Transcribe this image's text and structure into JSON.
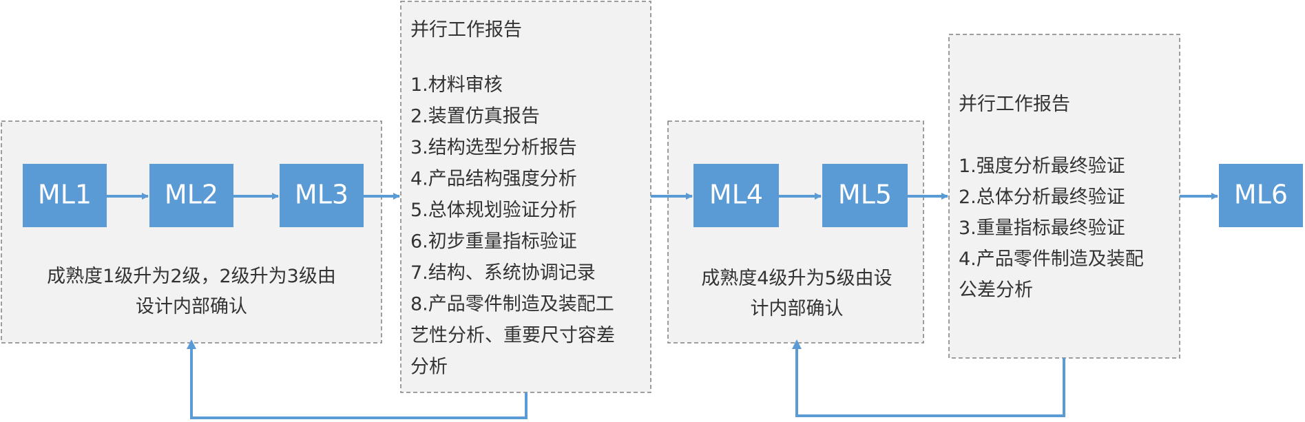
{
  "colors": {
    "node_fill": "#5b9bd5",
    "arrow": "#5b9bd5",
    "panel_fill": "#f2f2f2",
    "panel_border": "#7f7f7f",
    "text": "#333333",
    "node_text": "#ffffff"
  },
  "nodes": {
    "ml1": "ML1",
    "ml2": "ML2",
    "ml3": "ML3",
    "ml4": "ML4",
    "ml5": "ML5",
    "ml6": "ML6"
  },
  "group1": {
    "caption_line1": "成熟度1级升为2级，2级升为3级由",
    "caption_line2": "设计内部确认"
  },
  "report1": {
    "title": "并行工作报告",
    "items": [
      "1.材料审核",
      "2.装置仿真报告",
      "3.结构选型分析报告",
      "4.产品结构强度分析",
      "5.总体规划验证分析",
      "6.初步重量指标验证",
      "7.结构、系统协调记录",
      "8.产品零件制造及装配工",
      "艺性分析、重要尺寸容差",
      "分析"
    ]
  },
  "group2": {
    "caption_line1": "成熟度4级升为5级由设",
    "caption_line2": "计内部确认"
  },
  "report2": {
    "title": "并行工作报告",
    "items": [
      "1.强度分析最终验证",
      "2.总体分析最终验证",
      "3.重量指标最终验证",
      "4.产品零件制造及装配",
      "公差分析"
    ]
  }
}
